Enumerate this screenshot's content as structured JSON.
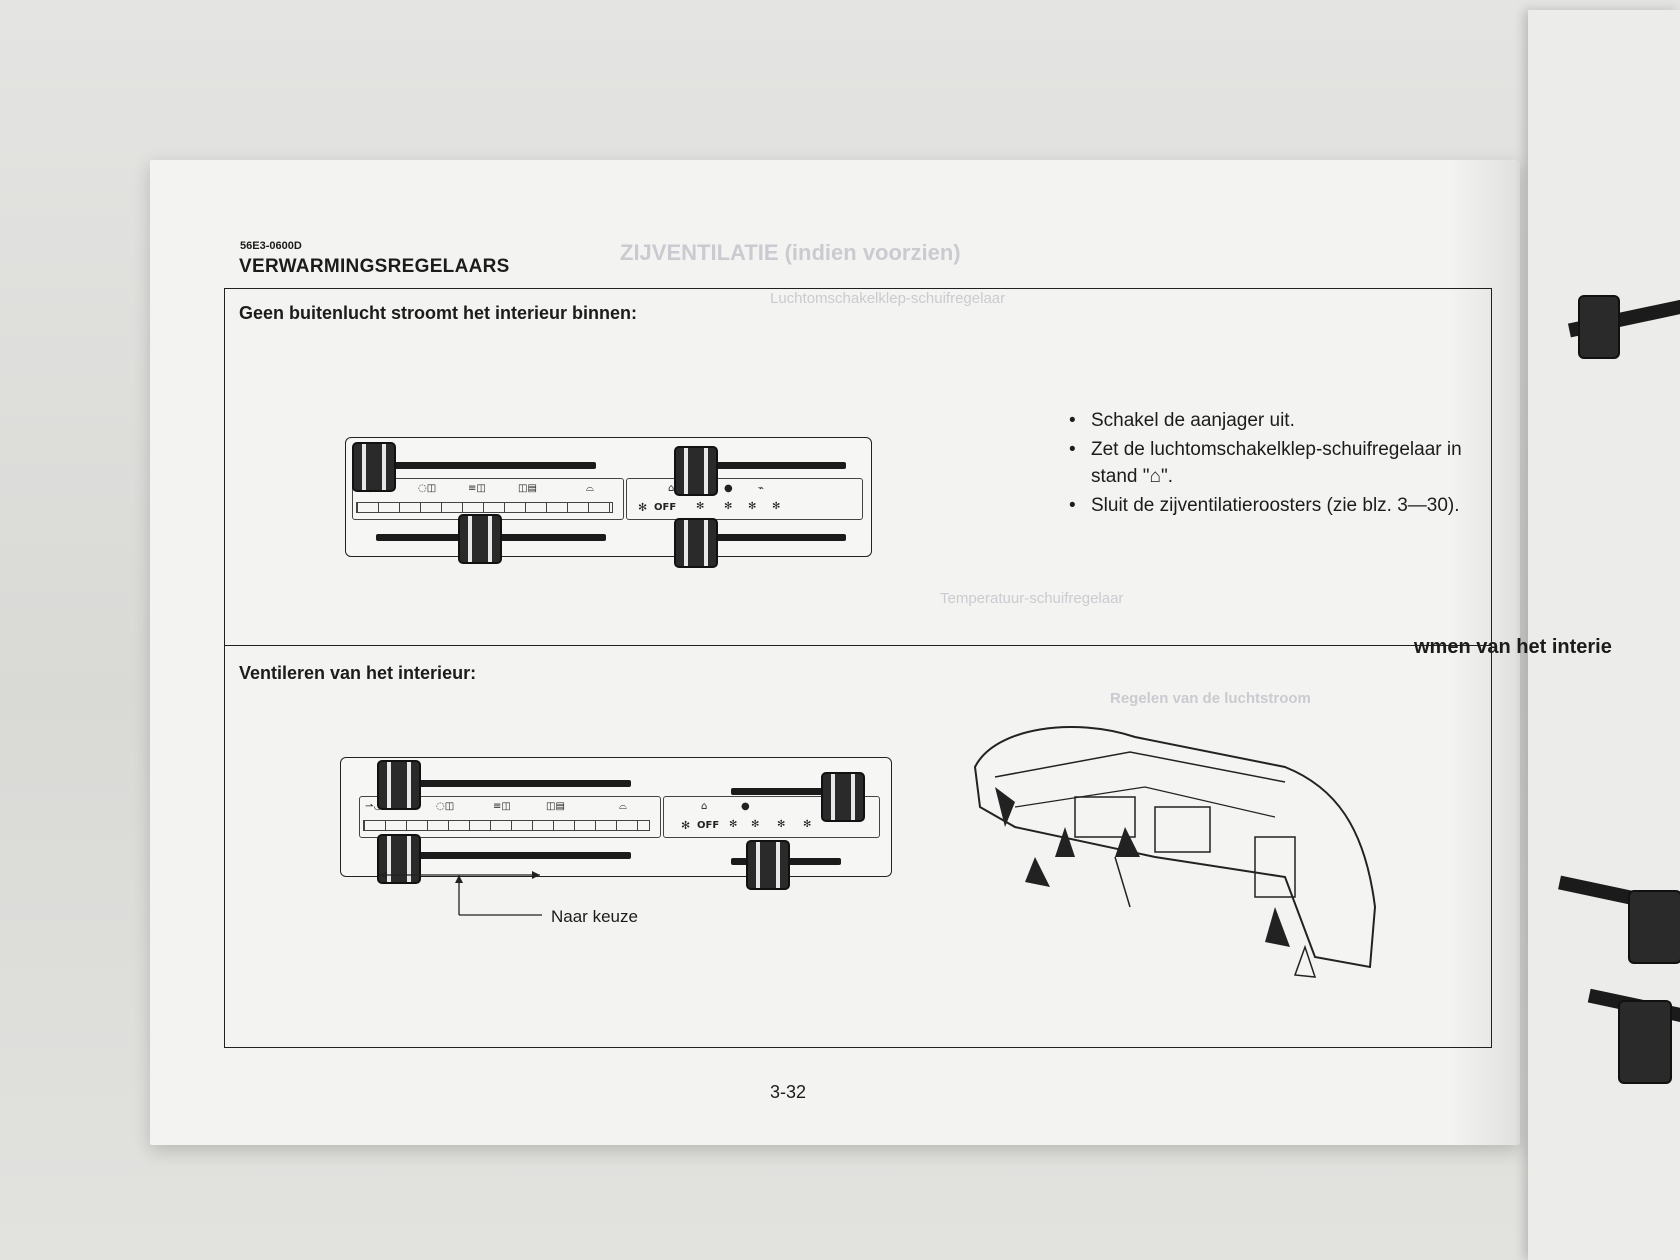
{
  "document": {
    "code": "56E3-0600D",
    "title": "VERWARMINGSREGELAARS",
    "page_number": "3-32"
  },
  "section1": {
    "heading": "Geen buitenlucht stroomt het interieur binnen:",
    "instructions": [
      "Schakel de aanjager uit.",
      "Zet de luchtomschakelklep-schuifregelaar in stand \"⌂\".",
      "Sluit de zijventilatieroosters (zie blz. 3—30)."
    ]
  },
  "section2": {
    "heading": "Ventileren van het interieur:",
    "caption": "Naar keuze"
  },
  "control_panel": {
    "fan_off_label": "OFF",
    "icons": [
      "fan-icon",
      "face-vent-icon",
      "bilevel-icon",
      "foot-icon",
      "defrost-icon",
      "recirculate-icon",
      "fresh-air-icon"
    ]
  },
  "next_page": {
    "heading_fragment": "wmen van het interie"
  },
  "colors": {
    "paper": "#f3f3f1",
    "ink": "#1c1c1c",
    "background": "#dcdcd9"
  }
}
